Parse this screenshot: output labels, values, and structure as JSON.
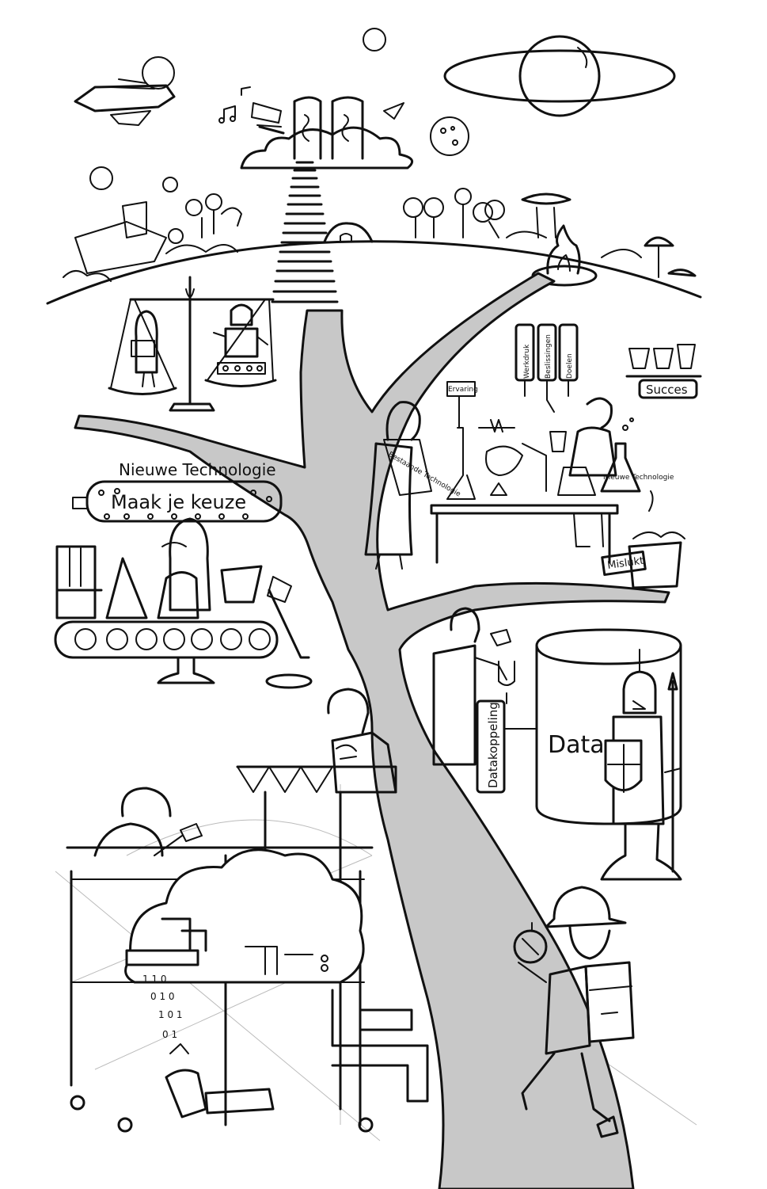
{
  "labels": {
    "nieuwe_technologie_banner": "Nieuwe Technologie",
    "maak_je_keuze": "Maak je keuze",
    "werkdruk": "Werkdruk",
    "beslissingen": "Beslissingen",
    "doelen": "Doelen",
    "succes": "Succes",
    "mislukt": "Mislukt",
    "data": "Data",
    "datakoppeling": "Datakoppeling",
    "ervaring": "Ervaring",
    "bestaande_technologie": "Bestaande Technologie",
    "nieuwe_technologie_flask": "Nieuwe Technologie"
  },
  "colors": {
    "ink": "#111111",
    "road": "#c8c8c8",
    "paper": "#ffffff"
  }
}
